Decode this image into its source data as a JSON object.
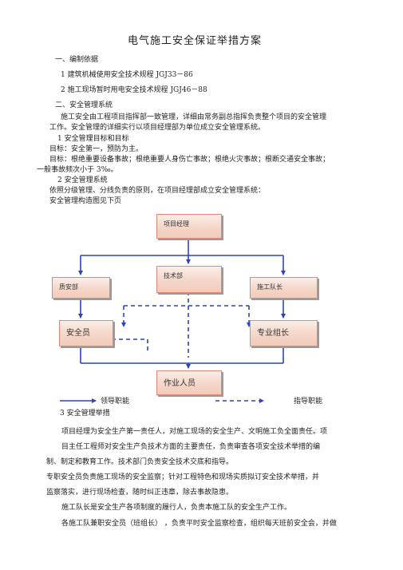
{
  "title": "电气施工安全保证举措方案",
  "section1": {
    "heading": "一、编制依据",
    "item1": "1 建筑机械使用安全技术规程    JGJ33－86",
    "item2": "2 施工现场暂时用电安全技术规程    JGJ46－88"
  },
  "section2": {
    "heading": "二、安全管理系统",
    "p1_line1": "施工安全由工程项目指挥部一致管理，详细由常务副总指挥负责整个项目的安全管理",
    "p1_line2": "工作。安全管理的详细实行以项目经理部为单位成立安全管理系统。",
    "sub1": "1 安全管理目标和目标",
    "goal1": "目标：安全第一，预防为主。",
    "goal2_line1": "目标：根绝重要设备事故；根绝重要人身伤亡事故；根绝火灾事故；根断交通安全事故；",
    "goal2_line2": "一般事故频次小于    3‰。",
    "sub2": "2 安全管理系统",
    "org_line": "依照分级管理、分线负责的原则，在项目经理部成立安全管理系统：",
    "chart_ref": "安全管理构造图见下页"
  },
  "org_chart": {
    "project_manager": "项目经理",
    "tech_dept": "技术部",
    "quality_safety": "质安部",
    "construction_lead": "施工队长",
    "safety_officer": "安全员",
    "specialty_lead": "专业组长",
    "workers": "作业人员",
    "legend_lead": "领导职能",
    "legend_guide": "指导职能",
    "line_color": "#2b44b8",
    "box_border": "#e0877a"
  },
  "section3": {
    "sub3": "3 安全管理举措",
    "p1_line1": "项目经理为安全生产第一责任人，对施工现场的安全生产、文明施工负全面责任。项",
    "p1_line2": "目主任工程师对安全生产负技术方面的主要责任，负责审查各项安全技术举措的编",
    "p1_line3": "制、制定和教育工作。技术部门负责安全技术交底和指导。",
    "p2_line1": "专职安全员负责施工现场的安全监察；针对工程特色和现场实质拟订安全技术举措，并",
    "p2_line2": "监察落实，进行现场检查，随时纠正违章，除去事故隐患。",
    "p3": "施工队长是安全生产各项制度的履行人，负责本施工队的安全生产工作。",
    "p4": "各施工队兼职安全员（班组长）  ，负责平时安全监察检查，组织每天班前安全会，并做"
  }
}
